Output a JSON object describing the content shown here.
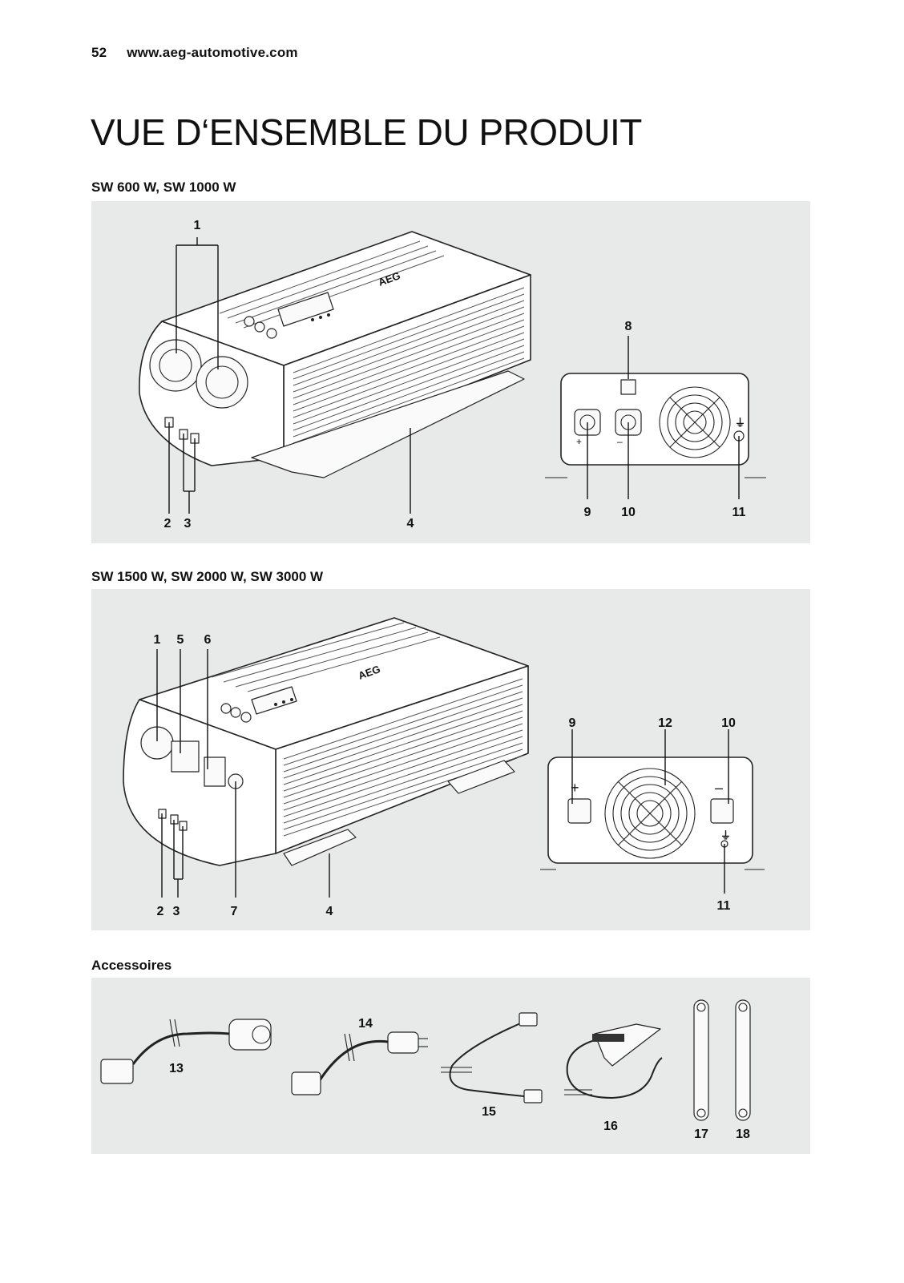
{
  "header": {
    "page_number": "52",
    "website": "www.aeg-automotive.com"
  },
  "page_title": "VUE D‘ENSEMBLE DU PRODUIT",
  "section1": {
    "title": "SW 600 W, SW 1000 W",
    "brand": "AEG",
    "callouts": [
      "1",
      "2",
      "3",
      "4",
      "8",
      "9",
      "10",
      "11"
    ],
    "terminal_plus": "+",
    "terminal_minus": "–"
  },
  "section2": {
    "title": "SW 1500 W, SW 2000 W, SW 3000 W",
    "brand": "AEG",
    "callouts": [
      "1",
      "5",
      "6",
      "2",
      "3",
      "7",
      "4",
      "9",
      "12",
      "10",
      "11"
    ],
    "terminal_plus": "+",
    "terminal_minus": "–"
  },
  "section3": {
    "title": "Accessoires",
    "callouts": [
      "13",
      "14",
      "15",
      "16",
      "17",
      "18"
    ]
  },
  "icons": [
    "fan-icon",
    "ground-icon",
    "socket-icon",
    "usb-port-icon",
    "rj45-port-icon",
    "battery-clamp-icon",
    "cable-icon"
  ]
}
